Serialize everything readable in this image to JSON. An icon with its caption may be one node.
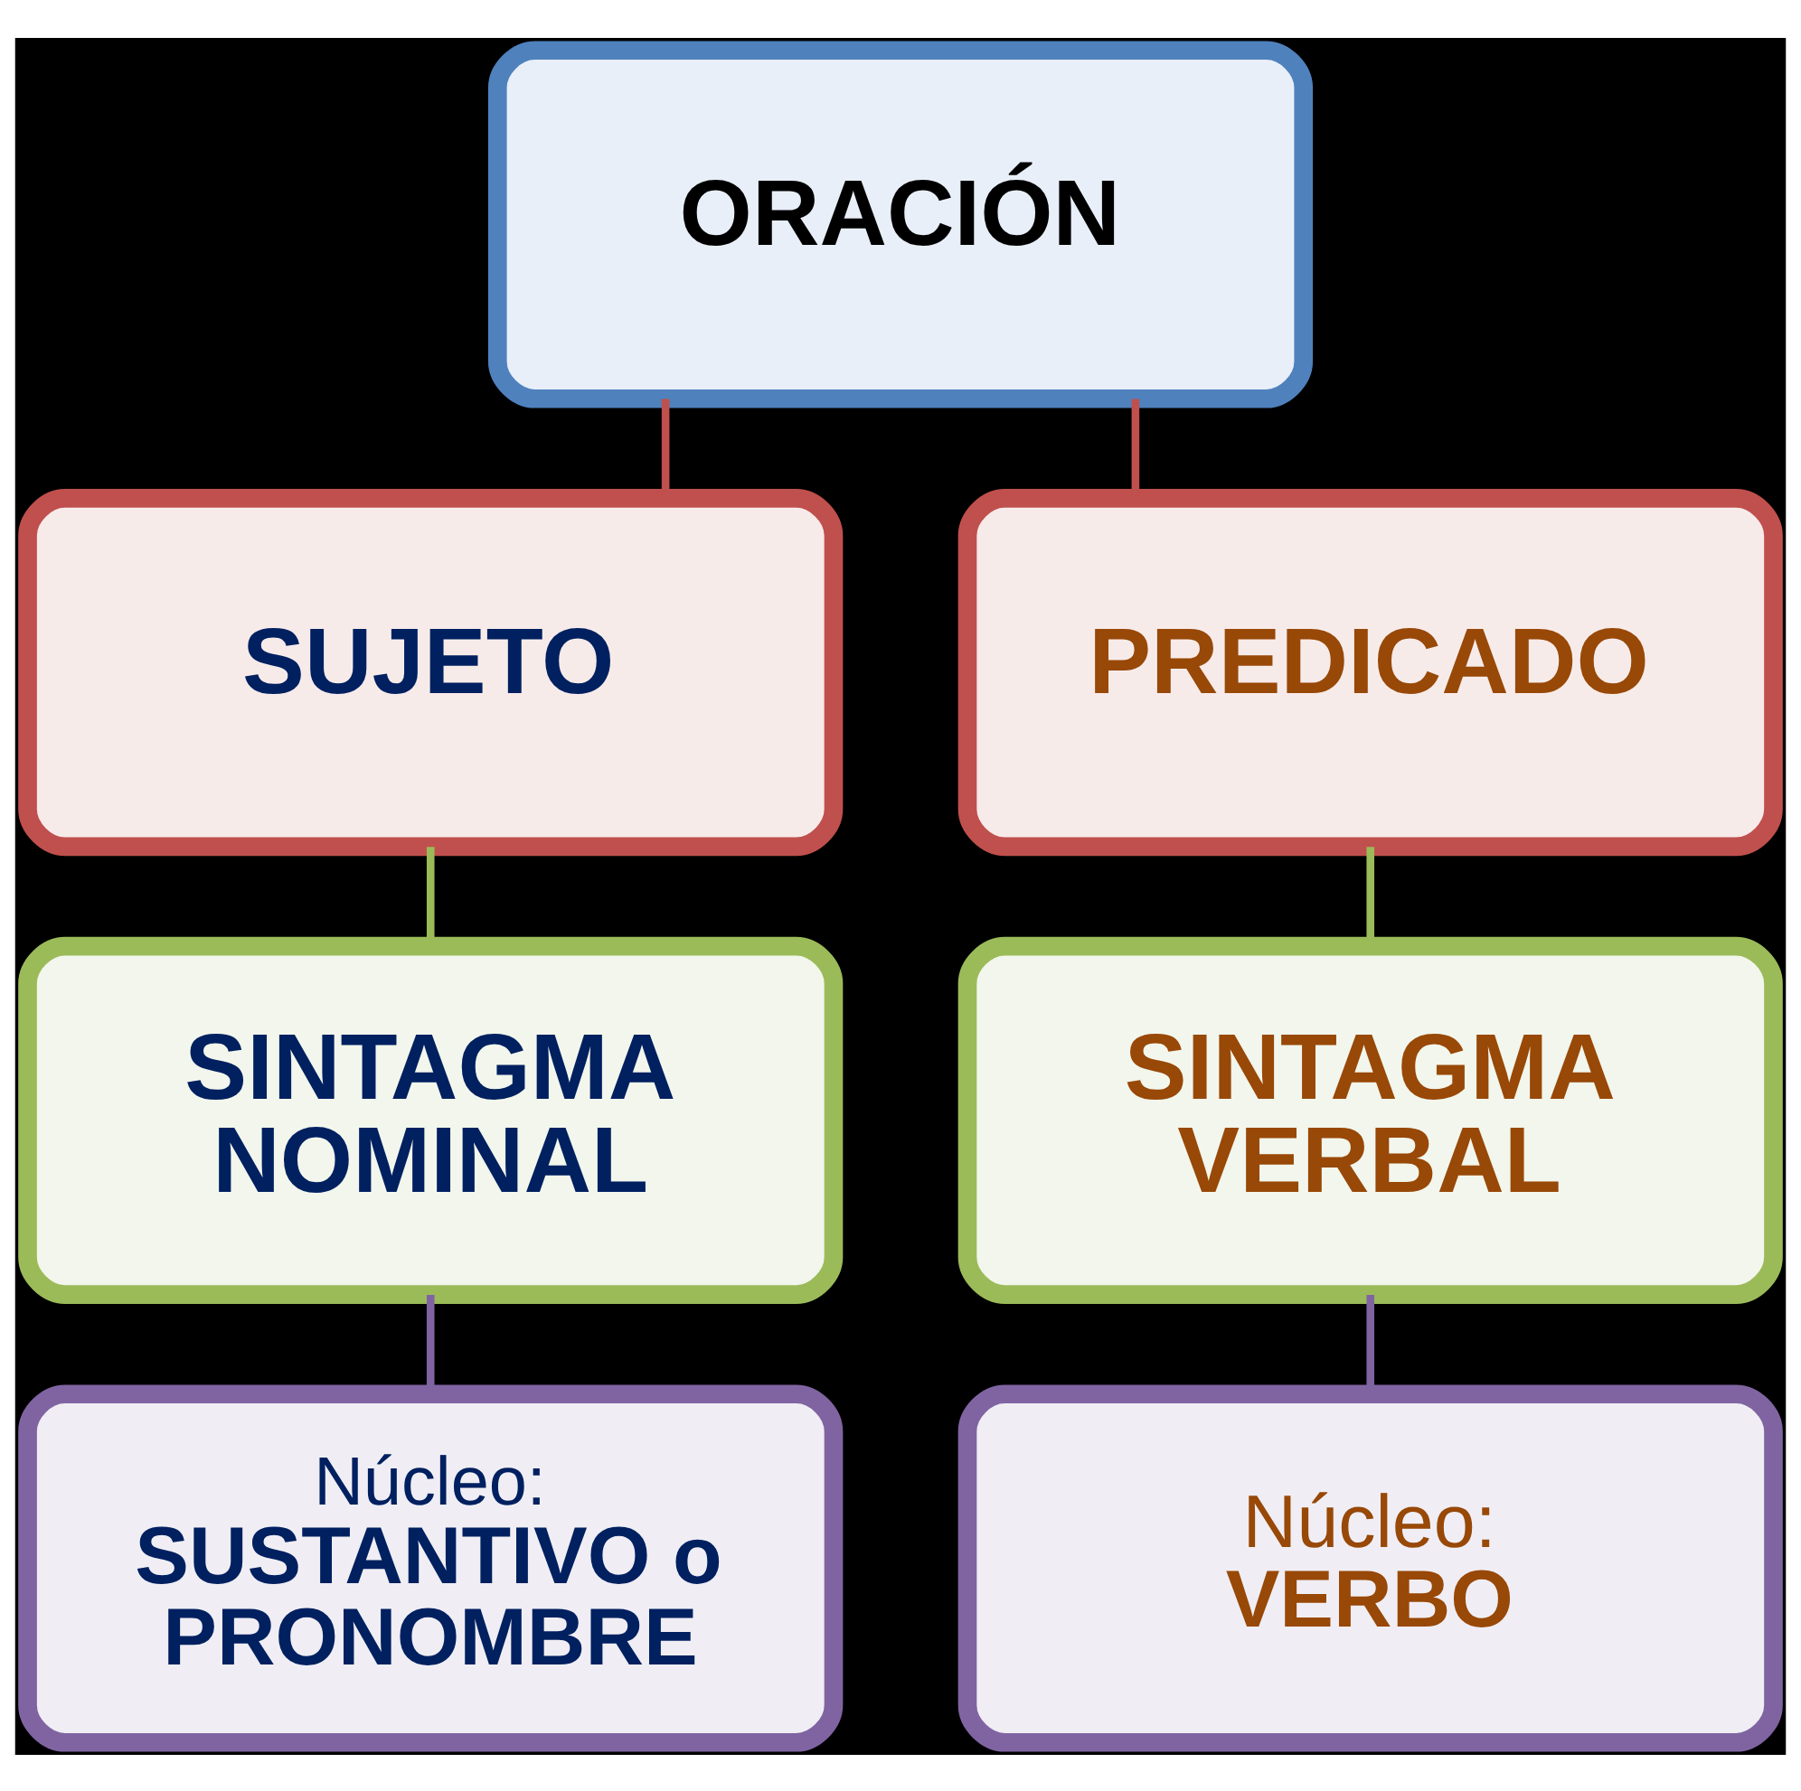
{
  "diagram": {
    "nodes": [
      {
        "text": [
          "ORACIÓN"
        ]
      },
      {
        "text": [
          "SUJETO"
        ]
      },
      {
        "text": [
          "PREDICADO"
        ]
      },
      {
        "text": [
          "SINTAGMA NOMINAL"
        ]
      },
      {
        "text": [
          "SINTAGMA VERBAL"
        ]
      },
      {
        "text": [
          "Núcleo:",
          "SUSTANTIVO o PRONOMBRE"
        ]
      },
      {
        "text": [
          "Núcleo:",
          "VERBO"
        ]
      }
    ],
    "edges": [
      {
        "from": 0,
        "to": 1,
        "arrow": "none",
        "color": "#c0504d"
      },
      {
        "from": 0,
        "to": 2,
        "arrow": "none",
        "color": "#c0504d"
      },
      {
        "from": 1,
        "to": 3,
        "arrow": "none",
        "color": "#9bbb59"
      },
      {
        "from": 2,
        "to": 4,
        "arrow": "none",
        "color": "#9bbb59"
      },
      {
        "from": 3,
        "to": 5,
        "arrow": "none",
        "color": "#8064a2"
      },
      {
        "from": 4,
        "to": 6,
        "arrow": "none",
        "color": "#8064a2"
      }
    ]
  }
}
